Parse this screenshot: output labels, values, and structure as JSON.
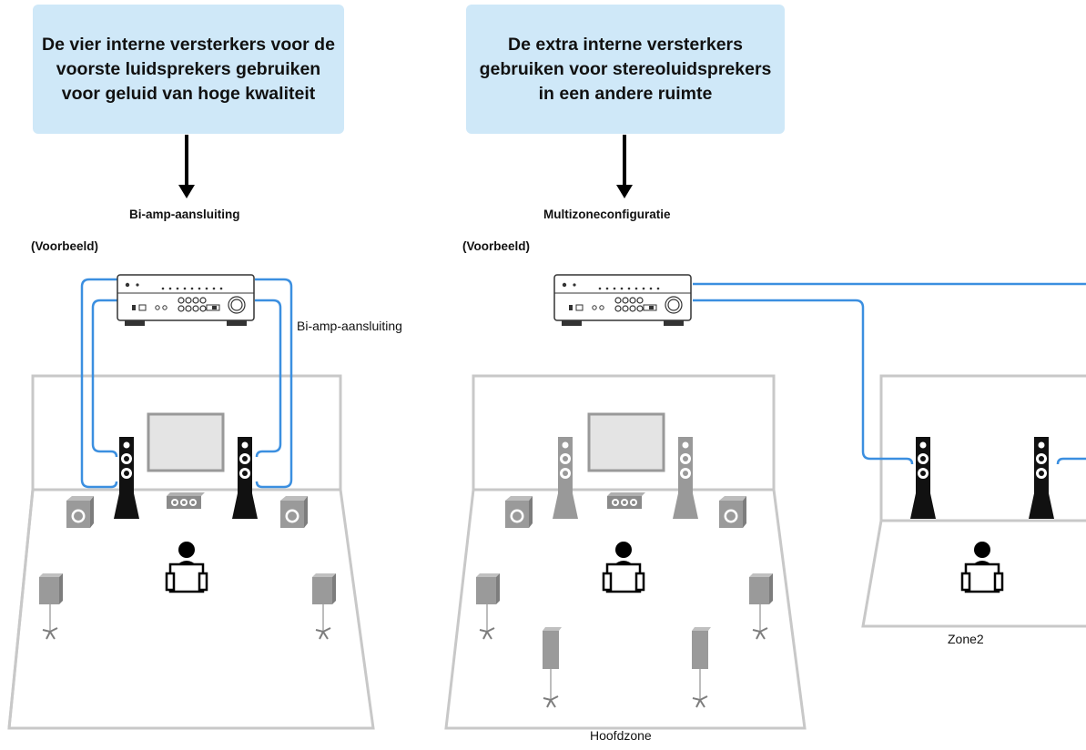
{
  "left": {
    "callout": "De vier interne versterkers voor de voorste luidsprekers gebruiken voor geluid van hoge kwaliteit",
    "result_label": "Bi-amp-aansluiting",
    "example_label": "(Voorbeeld)",
    "connection_label": "Bi-amp-aansluiting"
  },
  "right": {
    "callout": "De extra interne versterkers gebruiken voor stereoluidsprekers in een andere ruimte",
    "result_label": "Multizoneconfiguratie",
    "example_label": "(Voorbeeld)",
    "main_zone_label": "Hoofdzone",
    "zone2_label": "Zone2"
  },
  "colors": {
    "callout_bg": "#cfe8f8",
    "cable": "#3b8fe0",
    "room_outline": "#c8c8c8",
    "speaker_gray": "#999999",
    "speaker_black": "#111111"
  }
}
